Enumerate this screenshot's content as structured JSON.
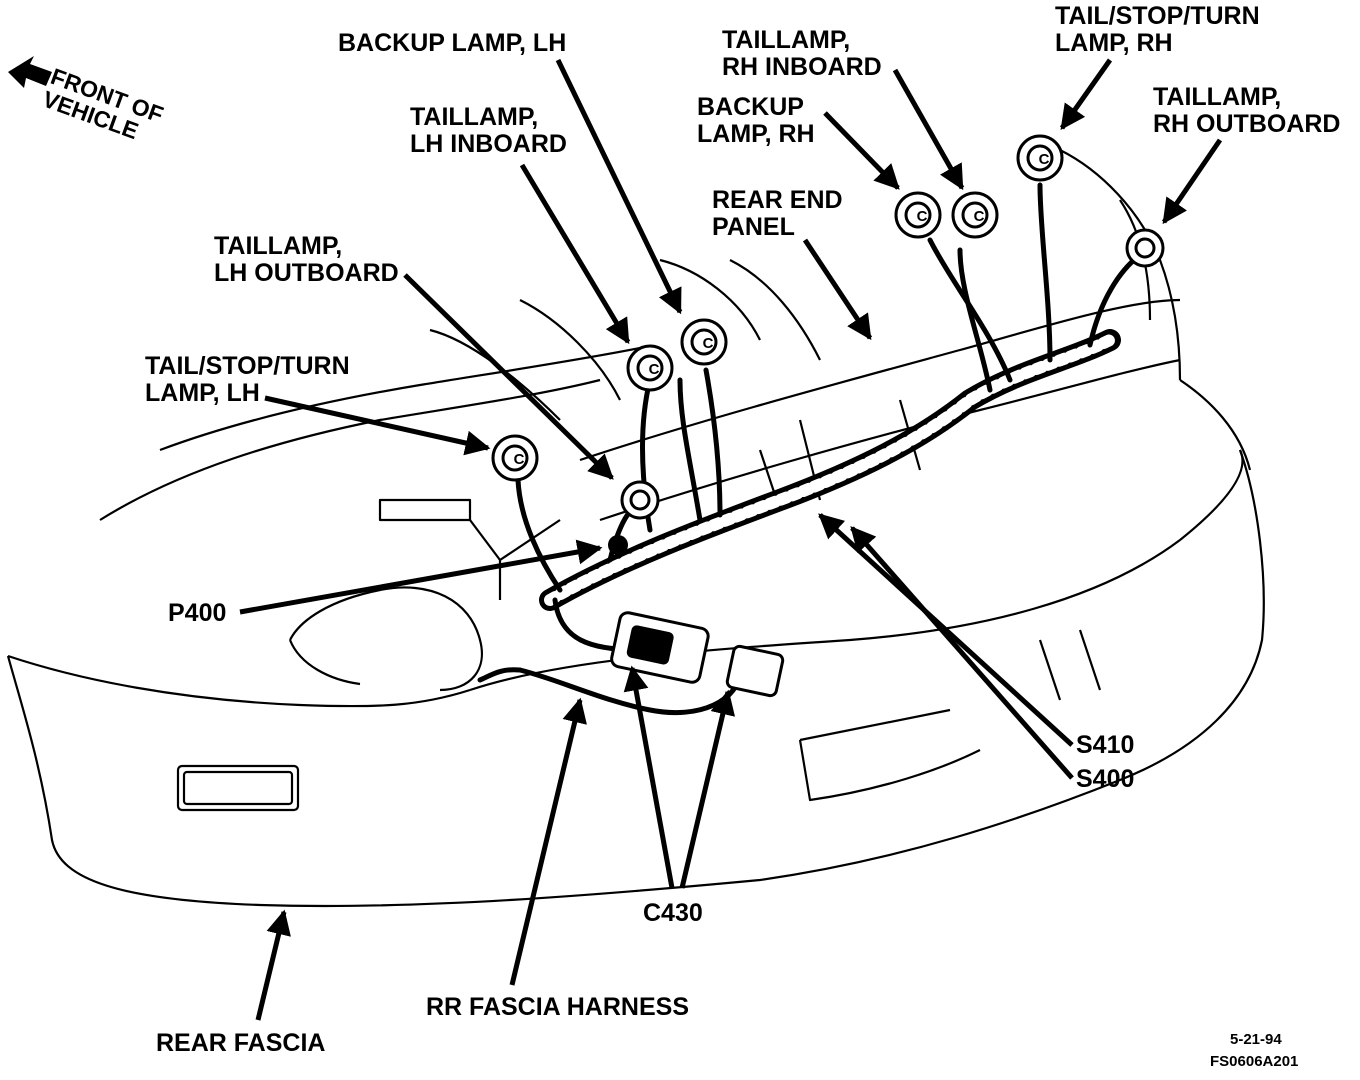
{
  "labels": {
    "front": "FRONT OF\nVEHICLE",
    "backup_lh": "BACKUP LAMP, LH",
    "taillamp_lh_inboard": "TAILLAMP,\nLH INBOARD",
    "taillamp_rh_inboard": "TAILLAMP,\nRH INBOARD",
    "backup_rh": "BACKUP\nLAMP, RH",
    "tail_stop_turn_rh": "TAIL/STOP/TURN\nLAMP, RH",
    "taillamp_rh_outboard": "TAILLAMP,\nRH OUTBOARD",
    "rear_end_panel": "REAR END\nPANEL",
    "taillamp_lh_outboard": "TAILLAMP,\nLH OUTBOARD",
    "tail_stop_turn_lh": "TAIL/STOP/TURN\nLAMP, LH",
    "p400": "P400",
    "s410": "S410",
    "s400": "S400",
    "c430": "C430",
    "rr_fascia_harness": "RR FASCIA HARNESS",
    "rear_fascia": "REAR FASCIA",
    "date": "5-21-94",
    "figure_id": "FS0606A201"
  },
  "socket_letter": "C",
  "colors": {
    "ink": "#000000",
    "paper": "#ffffff"
  }
}
